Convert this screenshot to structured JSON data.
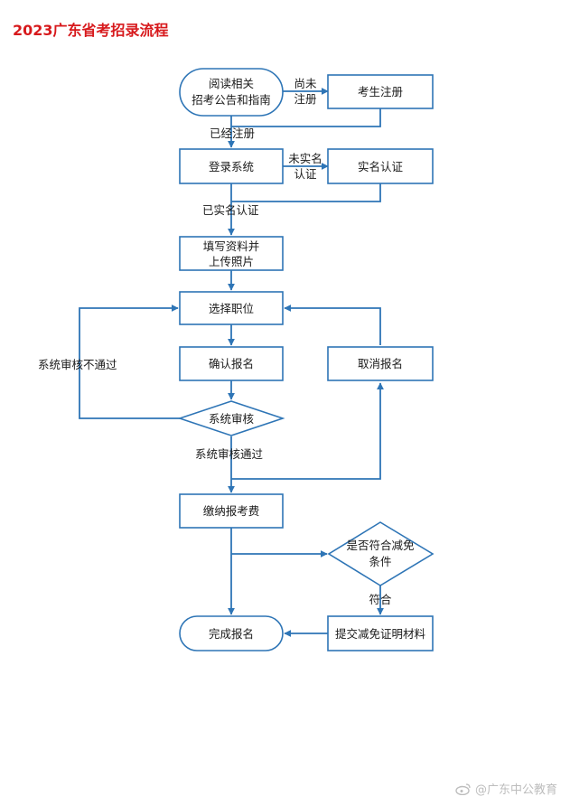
{
  "title": "2023广东省考招录流程",
  "nodes": {
    "read_notice": {
      "lines": [
        "阅读相关",
        "招考公告和指南"
      ]
    },
    "register": {
      "lines": [
        "考生注册"
      ]
    },
    "login": {
      "lines": [
        "登录系统"
      ]
    },
    "realname": {
      "lines": [
        "实名认证"
      ]
    },
    "fill_info": {
      "lines": [
        "填写资料并",
        "上传照片"
      ]
    },
    "choose_post": {
      "lines": [
        "选择职位"
      ]
    },
    "confirm": {
      "lines": [
        "确认报名"
      ]
    },
    "cancel": {
      "lines": [
        "取消报名"
      ]
    },
    "review": {
      "lines": [
        "系统审核"
      ]
    },
    "pay": {
      "lines": [
        "缴纳报考费"
      ]
    },
    "waiver_check": {
      "lines": [
        "是否符合减免",
        "条件"
      ]
    },
    "complete": {
      "lines": [
        "完成报名"
      ]
    },
    "submit_waiver": {
      "lines": [
        "提交减免证明材料"
      ]
    }
  },
  "edge_labels": {
    "not_registered": [
      "尚未",
      "注册"
    ],
    "registered": [
      "已经注册"
    ],
    "not_verified": [
      "未实名",
      "认证"
    ],
    "verified": [
      "已实名认证"
    ],
    "review_failed": [
      "系统审核不通过"
    ],
    "review_passed": [
      "系统审核通过"
    ],
    "eligible": [
      "符合"
    ]
  },
  "watermark": "@广东中公教育",
  "colors": {
    "title": "#d7191c",
    "flow": "#2e75b6",
    "text": "#1a1a1a",
    "watermark": "#bdbdbd"
  }
}
